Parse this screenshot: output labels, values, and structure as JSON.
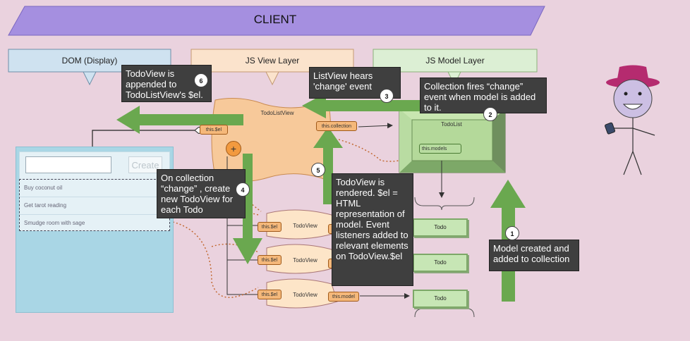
{
  "banner": {
    "title": "CLIENT"
  },
  "layers": {
    "dom": "DOM (Display)",
    "view": "JS View Layer",
    "model": "JS Model Layer"
  },
  "colors": {
    "background": "#ead2de",
    "banner": "#a58fe0",
    "dom_layer": "#cfe2f0",
    "view_layer": "#fbe3cc",
    "model_layer": "#dcefd4",
    "arrow_green": "#6aa84f",
    "callout": "#3f3f3f",
    "view_shape": "#f7c99a",
    "model_shape": "#a9d18e"
  },
  "callouts": [
    {
      "step": "6",
      "text": "TodoView is appended to TodoListView's $el."
    },
    {
      "step": "3",
      "text": "ListView hears 'change' event"
    },
    {
      "step": "2",
      "text": "Collection fires “change” event when model is added to it."
    },
    {
      "step": "4",
      "text": "On collection “change” , create new TodoView for each Todo"
    },
    {
      "step": "5",
      "text": "TodoView is rendered.  $el = HTML representation of model.  Event listeners added to relevant elements on TodoView.$el"
    },
    {
      "step": "1",
      "text": "Model created and added to collection"
    }
  ],
  "dom_panel": {
    "create_button": "Create",
    "items": [
      "Buy coconut oil",
      "Get tarot reading",
      "Smudge room with sage"
    ]
  },
  "view_layer": {
    "list_view": {
      "title": "TodoListView",
      "el_tag": "this.$el",
      "collection_tag": "this.collection",
      "plus": "+"
    },
    "todo_views": [
      {
        "title": "TodoView",
        "el_tag": "this.$el"
      },
      {
        "title": "TodoView",
        "el_tag": "this.$el"
      },
      {
        "title": "TodoView",
        "el_tag": "this.$el",
        "model_tag": "this.model"
      }
    ]
  },
  "model_layer": {
    "collection": {
      "title": "TodoList",
      "models_tag": "this.models"
    },
    "todos": [
      "Todo",
      "Todo",
      "Todo"
    ]
  },
  "icons": {
    "user": "stick-figure-with-hat-icon",
    "phone": "phone-icon"
  }
}
